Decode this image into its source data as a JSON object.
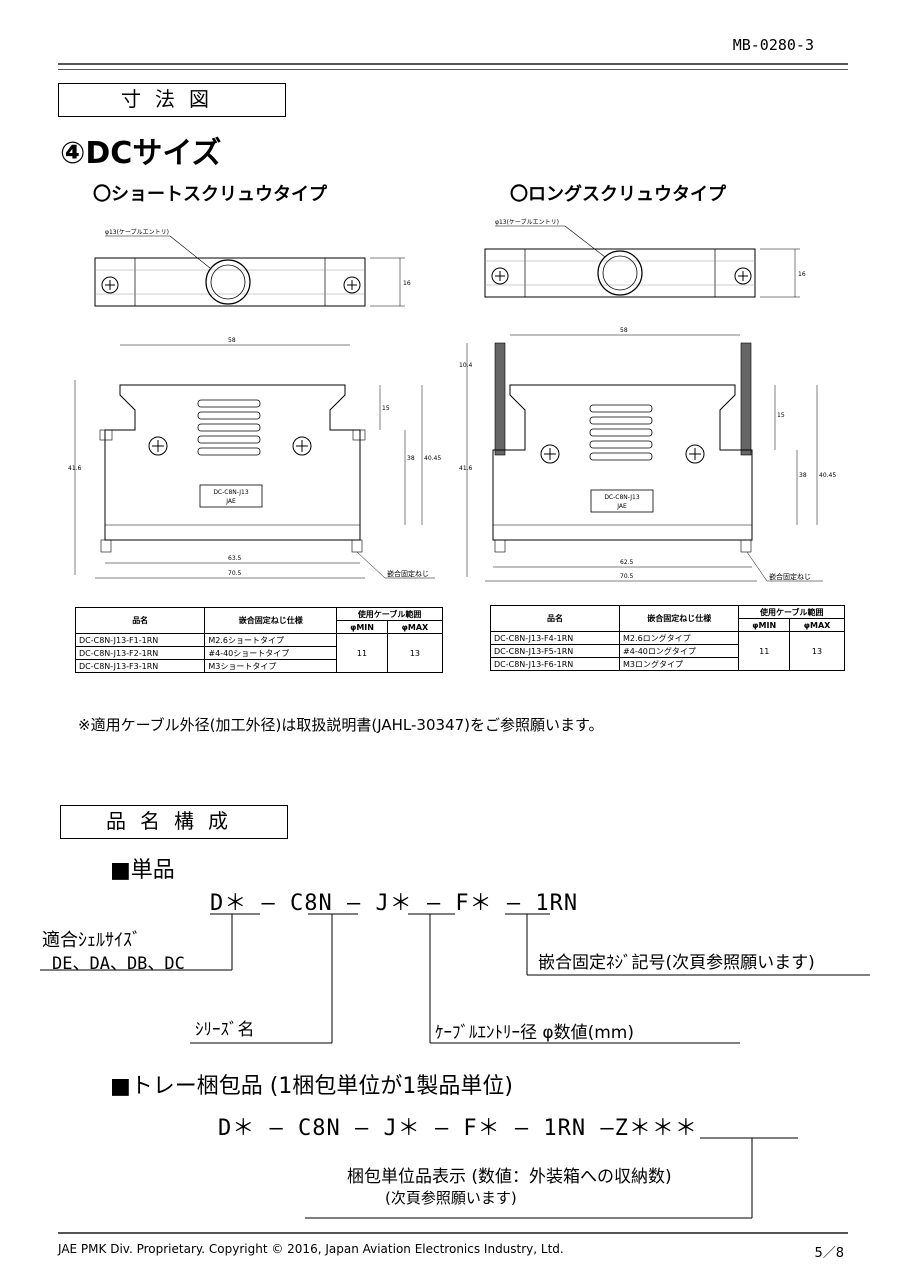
{
  "header": {
    "doc_number": "MB-0280-3"
  },
  "section_dimensions": {
    "label": "寸法図",
    "heading": "④DCサイズ",
    "short_type": {
      "title": "〇ショートスクリュウタイプ",
      "entry_note": "φ13(ケーブルエントリ)",
      "dims": {
        "top_width": "58",
        "height_top": "16",
        "d15": "15",
        "d38": "38",
        "d40_45": "40.45",
        "d41_6": "41.6",
        "w63_5": "63.5",
        "w70_5": "70.5"
      },
      "marking": [
        "DC-C8N-J13",
        "JAE"
      ],
      "screw_label": "嵌合固定ねじ",
      "table": {
        "headers": {
          "name": "品名",
          "screw": "嵌合固定ねじ仕様",
          "cable": "使用ケーブル範囲",
          "min": "φMIN",
          "max": "φMAX"
        },
        "rows": [
          {
            "name": "DC-C8N-J13-F1-1RN",
            "screw": "M2.6ショートタイプ"
          },
          {
            "name": "DC-C8N-J13-F2-1RN",
            "screw": "#4-40ショートタイプ"
          },
          {
            "name": "DC-C8N-J13-F3-1RN",
            "screw": "M3ショートタイプ"
          }
        ],
        "min": "11",
        "max": "13"
      }
    },
    "long_type": {
      "title": "〇ロングスクリュウタイプ",
      "entry_note": "φ13(ケーブルエントリ)",
      "dims": {
        "top_width": "58",
        "height_top": "16",
        "d10_4": "10.4",
        "d15": "15",
        "d38": "38",
        "d40_45": "40.45",
        "d41_6": "41.6",
        "w62_5": "62.5",
        "w70_5": "70.5"
      },
      "marking": [
        "DC-C8N-J13",
        "JAE"
      ],
      "screw_label": "嵌合固定ねじ",
      "table": {
        "headers": {
          "name": "品名",
          "screw": "嵌合固定ねじ仕様",
          "cable": "使用ケーブル範囲",
          "min": "φMIN",
          "max": "φMAX"
        },
        "rows": [
          {
            "name": "DC-C8N-J13-F4-1RN",
            "screw": "M2.6ロングタイプ"
          },
          {
            "name": "DC-C8N-J13-F5-1RN",
            "screw": "#4-40ロングタイプ"
          },
          {
            "name": "DC-C8N-J13-F6-1RN",
            "screw": "M3ロングタイプ"
          }
        ],
        "min": "11",
        "max": "13"
      }
    },
    "note": "※適用ケーブル外径(加工外径)は取扱説明書(JAHL-30347)をご参照願います。"
  },
  "section_part_number": {
    "label": "品名構成",
    "single": {
      "heading": "■単品",
      "code": "D＊ — C8N — J＊ — F＊ — 1RN",
      "shell_label_1": "適合ｼｪﾙｻｲｽﾞ",
      "shell_label_2": "DE、DA、DB、DC",
      "screw_label": "嵌合固定ﾈｼﾞ記号(次頁参照願います)",
      "series_label": "ｼﾘｰｽﾞ名",
      "cable_label": "ｹｰﾌﾞﾙｴﾝﾄﾘｰ径 φ数値(mm)"
    },
    "tray": {
      "heading": "■トレー梱包品 (1梱包単位が1製品単位)",
      "code": "D＊ — C8N — J＊ — F＊ — 1RN —Z＊＊＊",
      "label_1": "梱包単位品表示 (数値：外装箱への収納数)",
      "label_2": "(次頁参照願います)"
    }
  },
  "footer": {
    "copyright": "JAE PMK Div. Proprietary. Copyright ©  2016, Japan Aviation Electronics Industry, Ltd.",
    "page": "5／8"
  }
}
